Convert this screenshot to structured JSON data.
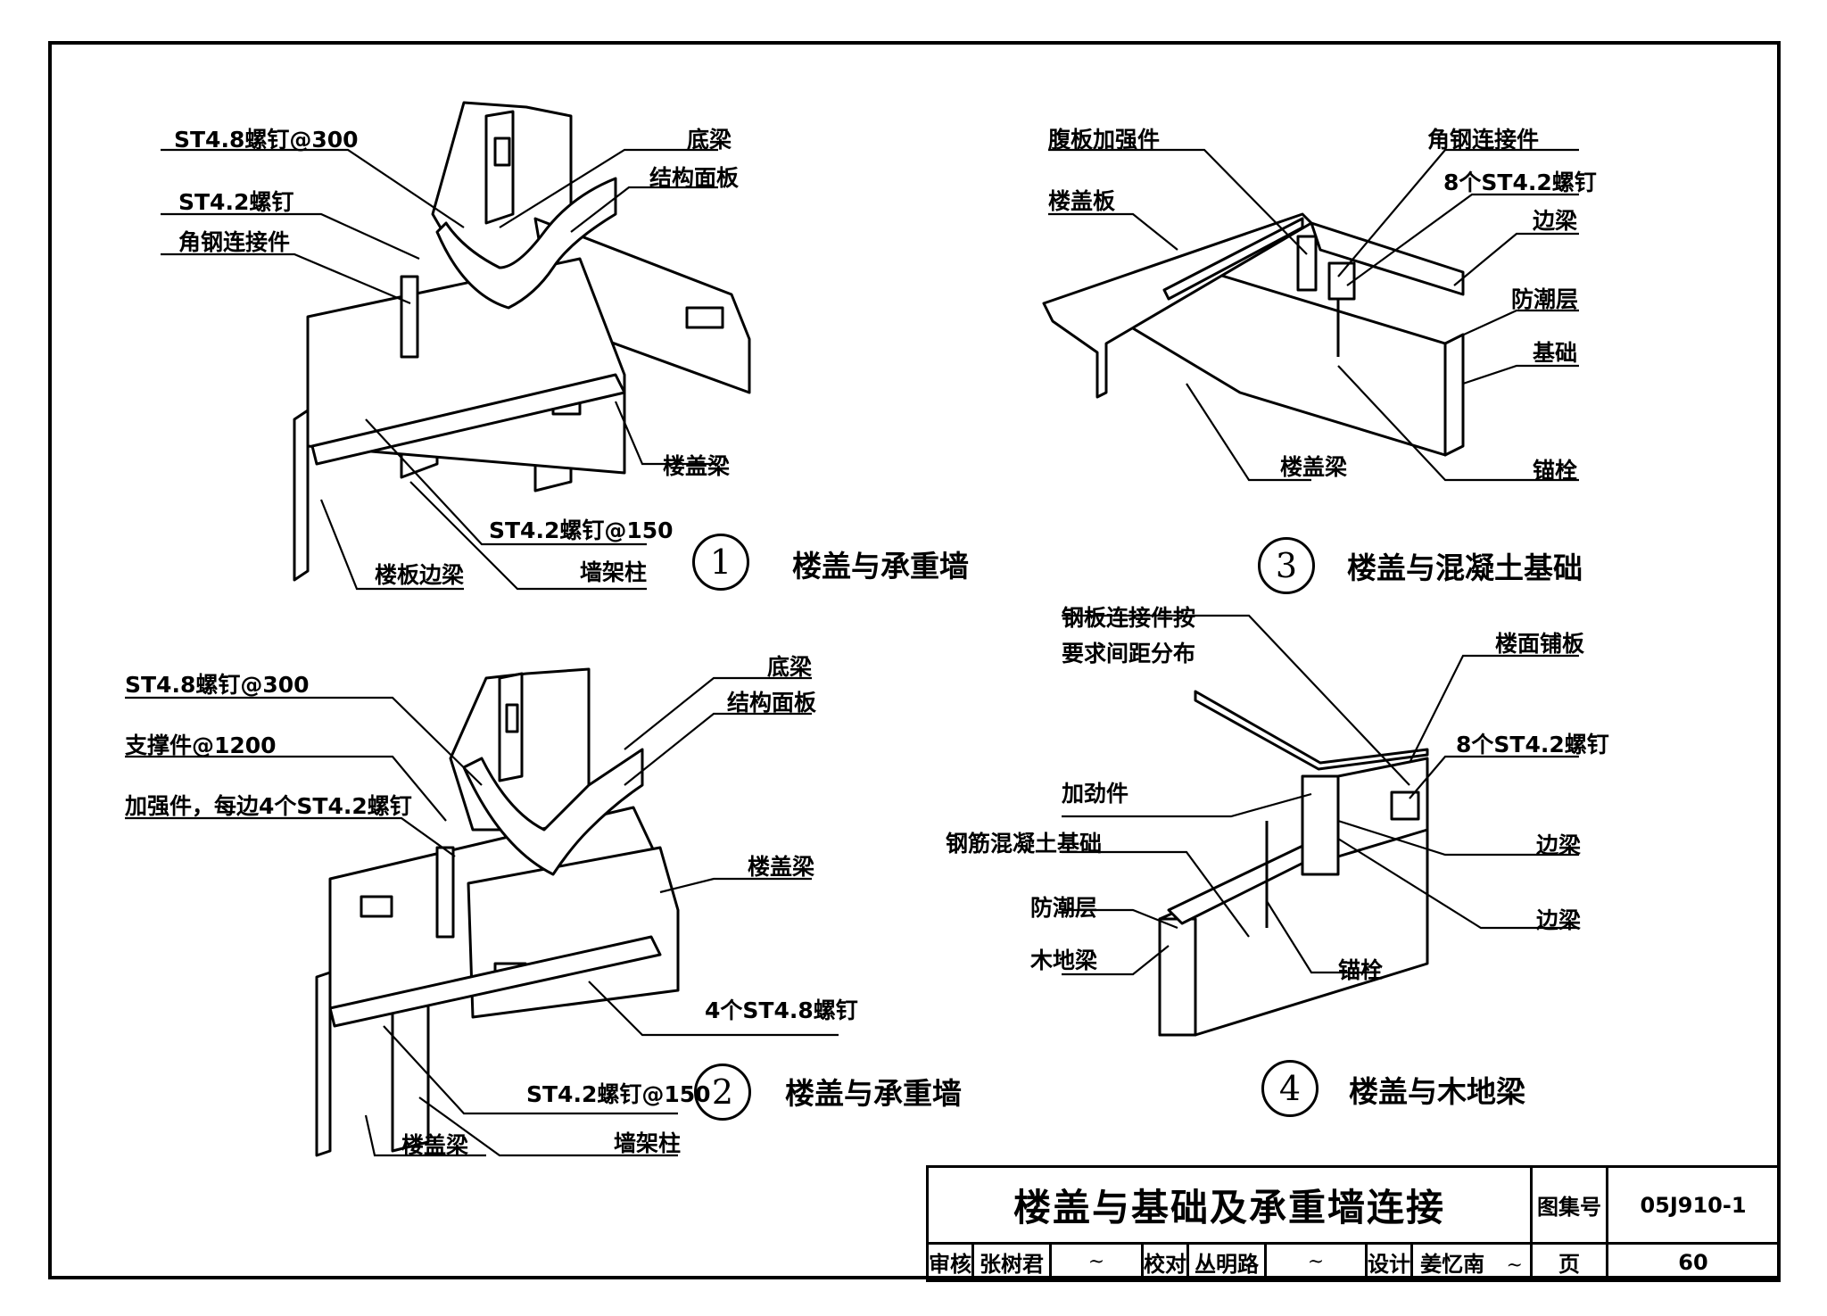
{
  "details": [
    {
      "number": "1",
      "caption": "楼盖与承重墙",
      "labels": {
        "screw48": "ST4.8螺钉@300",
        "screw42": "ST4.2螺钉",
        "angle": "角钢连接件",
        "base_beam": "底梁",
        "panel": "结构面板",
        "floor_beam": "楼盖梁",
        "screw42_150": "ST4.2螺钉@150",
        "edge_beam": "楼板边梁",
        "stud": "墙架柱"
      }
    },
    {
      "number": "2",
      "caption": "楼盖与承重墙",
      "labels": {
        "screw48": "ST4.8螺钉@300",
        "brace": "支撑件@1200",
        "stiffener": "加强件，每边4个ST4.2螺钉",
        "base_beam": "底梁",
        "panel": "结构面板",
        "floor_beam_right": "楼盖梁",
        "four_screw": "4个ST4.8螺钉",
        "screw42_150": "ST4.2螺钉@150",
        "floor_beam_bottom": "楼盖梁",
        "stud": "墙架柱"
      }
    },
    {
      "number": "3",
      "caption": "楼盖与混凝土基础",
      "labels": {
        "web_stiffener": "腹板加强件",
        "floor_slab": "楼盖板",
        "angle": "角钢连接件",
        "eight_screw": "8个ST4.2螺钉",
        "edge_beam": "边梁",
        "damp": "防潮层",
        "foundation": "基础",
        "floor_beam": "楼盖梁",
        "anchor": "锚栓"
      }
    },
    {
      "number": "4",
      "caption": "楼盖与木地梁",
      "labels": {
        "plate_line1": "钢板连接件按",
        "plate_line2": "要求间距分布",
        "decking": "楼面铺板",
        "eight_screw": "8个ST4.2螺钉",
        "stiffener": "加劲件",
        "rc_foundation": "钢筋混凝土基础",
        "damp": "防潮层",
        "wood_sill": "木地梁",
        "edge_beam_1": "边梁",
        "edge_beam_2": "边梁",
        "anchor": "锚栓"
      }
    }
  ],
  "title_block": {
    "title": "楼盖与基础及承重墙连接",
    "atlas_label": "图集号",
    "atlas_no": "05J910-1",
    "review_label": "审核",
    "reviewer": "张树君",
    "check_label": "校对",
    "checker": "丛明路",
    "design_label": "设计",
    "designer": "姜忆南",
    "page_label": "页",
    "page_no": "60"
  }
}
